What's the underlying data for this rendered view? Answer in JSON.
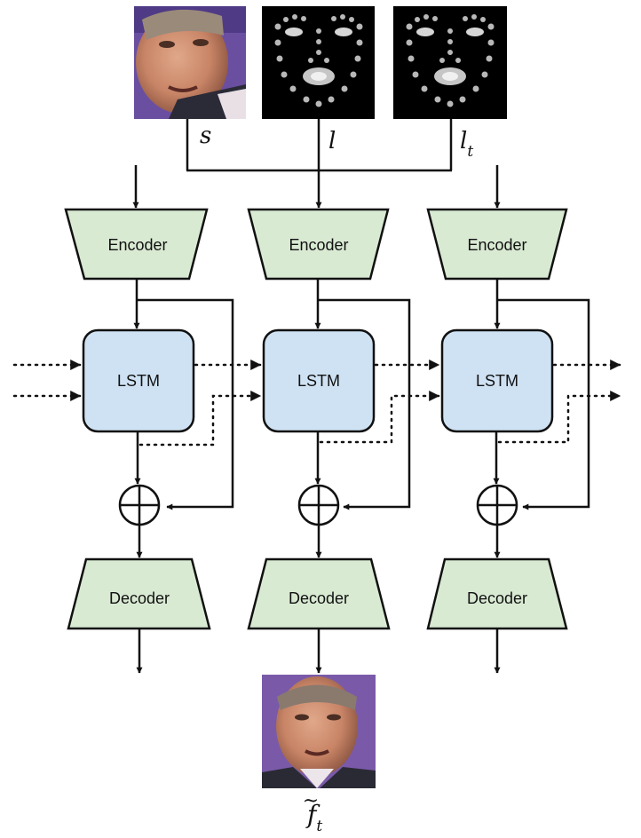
{
  "inputs": {
    "source_label": "s",
    "landmark_label": "l",
    "target_landmark_label": "l",
    "target_landmark_subscript": "t"
  },
  "output": {
    "label": "f",
    "subscript": "t",
    "accent": "~"
  },
  "columns": [
    {
      "encoder_label": "Encoder",
      "lstm_label": "LSTM",
      "decoder_label": "Decoder"
    },
    {
      "encoder_label": "Encoder",
      "lstm_label": "LSTM",
      "decoder_label": "Decoder"
    },
    {
      "encoder_label": "Encoder",
      "lstm_label": "LSTM",
      "decoder_label": "Decoder"
    }
  ],
  "colors": {
    "encoder_fill": "#d9ead3",
    "lstm_fill": "#cfe2f3",
    "stroke": "#111111"
  },
  "icons": [
    "source-face-image",
    "landmark-heatmap-image",
    "target-landmark-heatmap-image",
    "output-face-image",
    "sum-operator-icon"
  ]
}
